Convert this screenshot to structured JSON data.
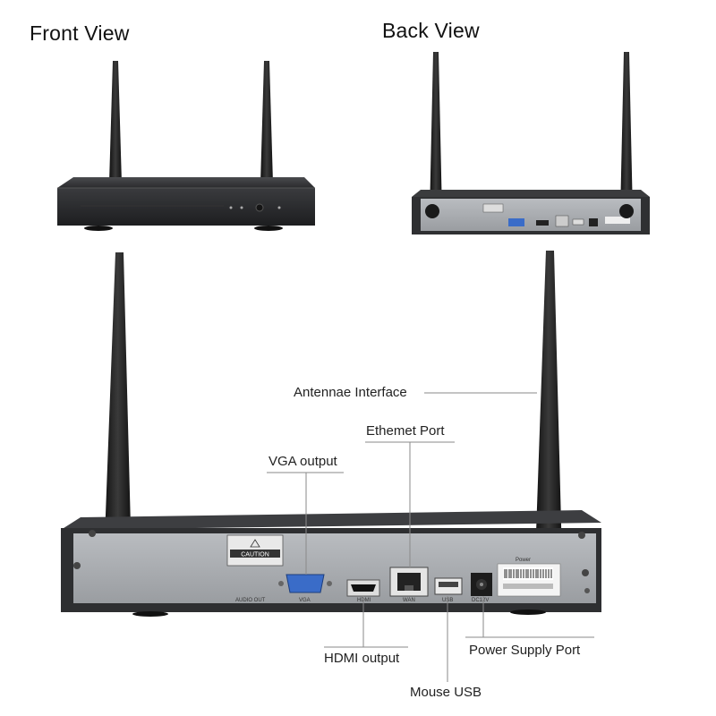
{
  "views": {
    "front_title": "Front View",
    "back_title": "Back View"
  },
  "callouts": {
    "antennae": "Antennae Interface",
    "ethernet": "Ethemet Port",
    "vga": "VGA output",
    "hdmi": "HDMI output",
    "mouse_usb": "Mouse USB",
    "power": "Power Supply Port"
  },
  "panel_labels": {
    "caution": "CAUTION",
    "audio_out": "AUDIO OUT",
    "vga": "VGA",
    "hdmi": "HDMI",
    "wan": "WAN",
    "usb": "USB",
    "dc": "DC12V",
    "power": "Power"
  },
  "colors": {
    "device_body": "#2b2c2e",
    "back_panel": "#a9acb0",
    "vga_port": "#3a6cc8",
    "callout_line": "#888888"
  }
}
